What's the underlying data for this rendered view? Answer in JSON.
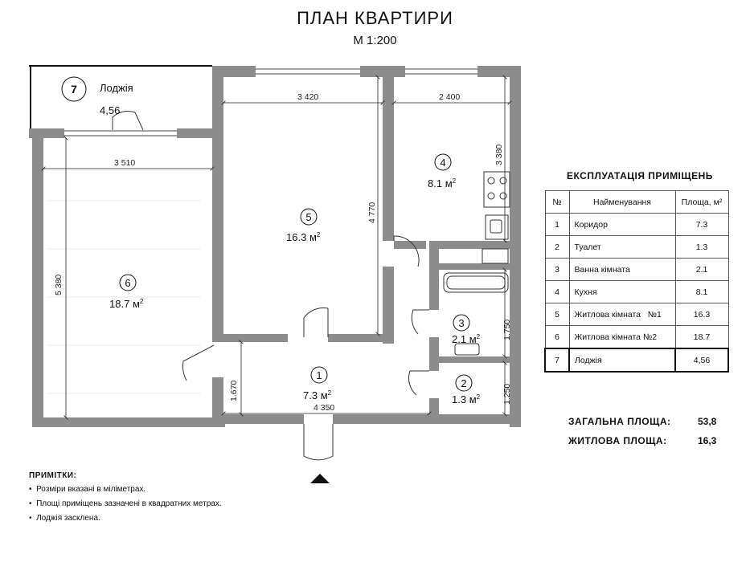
{
  "title": "ПЛАН КВАРТИРИ",
  "scale": "М 1:200",
  "rooms": [
    {
      "id": "1",
      "area": "7.3",
      "unit": "м"
    },
    {
      "id": "2",
      "area": "1.3",
      "unit": "м"
    },
    {
      "id": "3",
      "area": "2.1",
      "unit": "м"
    },
    {
      "id": "4",
      "area": "8.1",
      "unit": "м"
    },
    {
      "id": "5",
      "area": "16.3",
      "unit": "м"
    },
    {
      "id": "6",
      "area": "18.7",
      "unit": "м"
    }
  ],
  "area_sup": "2",
  "loggia": {
    "id": "7",
    "label": "Лоджія",
    "area": "4,56"
  },
  "dimensions": {
    "room5_width": "3 420",
    "room4_width": "2 400",
    "room4_depth": "3 380",
    "room6_width": "3 510",
    "room5_depth": "4 770",
    "room6_depth": "5 380",
    "bath_depth": "1.750",
    "corridor_depth": "1.670",
    "corridor_width": "4 350",
    "wc_depth": "1.250"
  },
  "explication": {
    "title": "ЕКСПЛУАТАЦІЯ ПРИМІЩЕНЬ",
    "headers": [
      "№",
      "Найменування",
      "Площа, м²"
    ],
    "rows": [
      [
        "1",
        "Коридор",
        "7.3"
      ],
      [
        "2",
        "Туалет",
        "1.3"
      ],
      [
        "3",
        "Ванна кімната",
        "2.1"
      ],
      [
        "4",
        "Кухня",
        "8.1"
      ],
      [
        "5",
        "Житлова кімната   №1",
        "16.3"
      ],
      [
        "6",
        "Житлова кімната №2",
        "18.7"
      ],
      [
        "7",
        "Лоджія",
        "4,56"
      ]
    ]
  },
  "totals": {
    "total_label": "ЗАГАЛЬНА ПЛОЩА:",
    "total_value": "53,8",
    "living_label": "ЖИТЛОВА ПЛОЩА:",
    "living_value": "16,3"
  },
  "notes": {
    "title": "ПРИМІТКИ:",
    "items": [
      "Розміри вказані в міліметрах.",
      "Площі приміщень зазначені в квадратних метрах.",
      "Лоджія засклена."
    ]
  }
}
